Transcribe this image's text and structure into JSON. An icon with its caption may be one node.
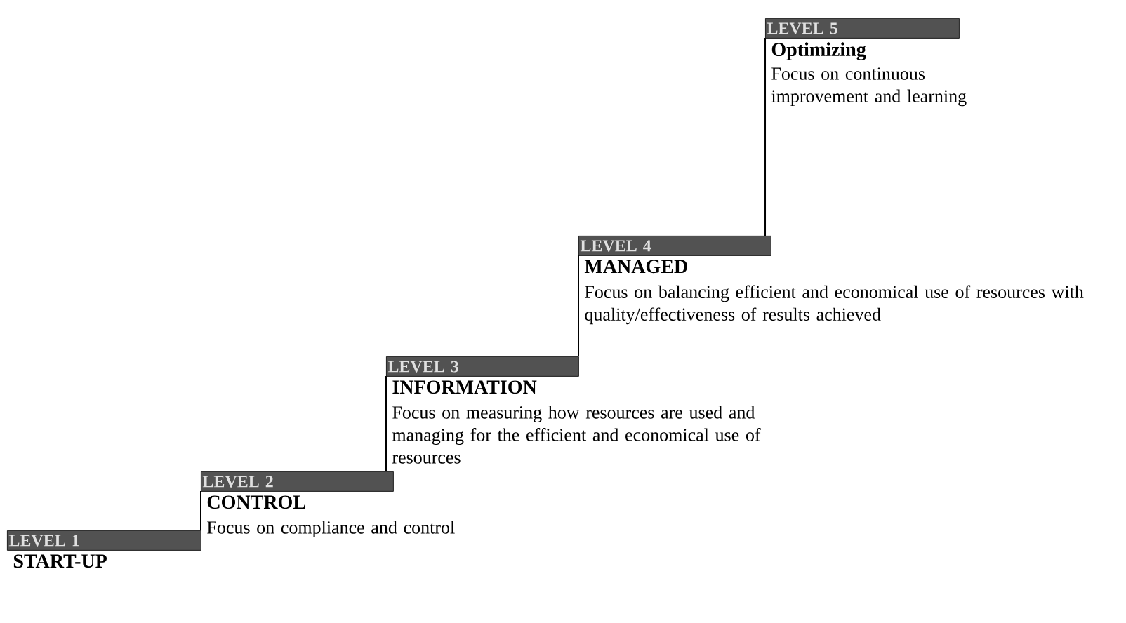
{
  "diagram": {
    "nodes": [
      {
        "text": [
          "LEVEL 1"
        ],
        "beside": [
          "START-UP"
        ]
      },
      {
        "text": [
          "LEVEL 2"
        ],
        "beside": [
          "CONTROL",
          "Focus on compliance and control"
        ]
      },
      {
        "text": [
          "LEVEL 3"
        ],
        "beside": [
          "INFORMATION",
          "Focus on measuring how resources are used and managing for the efficient and economical use of resources"
        ]
      },
      {
        "text": [
          "LEVEL 4"
        ],
        "beside": [
          "MANAGED",
          "Focus on balancing efficient and economical use of resources with quality/effectiveness of results achieved"
        ]
      },
      {
        "text": [
          "LEVEL 5"
        ],
        "beside": [
          "Optimizing",
          "Focus on continuous improvement and learning"
        ]
      }
    ]
  }
}
